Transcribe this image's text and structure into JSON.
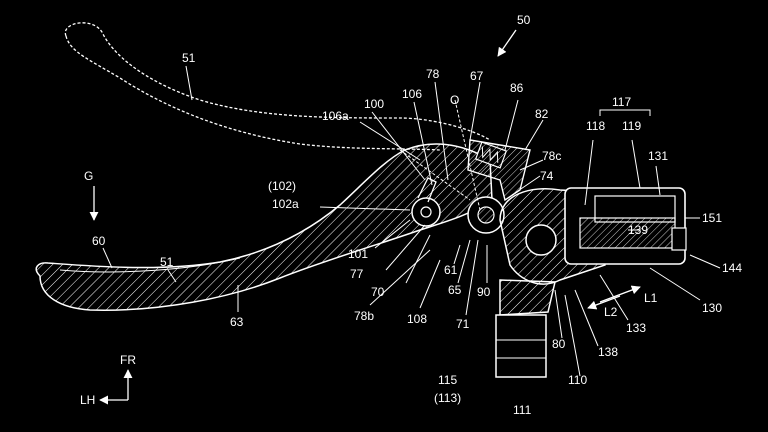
{
  "labels": [
    {
      "id": "l50",
      "text": "50"
    },
    {
      "id": "l51a",
      "text": "51"
    },
    {
      "id": "l51b",
      "text": "51"
    },
    {
      "id": "lG",
      "text": "G"
    },
    {
      "id": "l60",
      "text": "60"
    },
    {
      "id": "l63",
      "text": "63"
    },
    {
      "id": "l100",
      "text": "100"
    },
    {
      "id": "l106a",
      "text": "106a"
    },
    {
      "id": "l106",
      "text": "106"
    },
    {
      "id": "l78",
      "text": "78"
    },
    {
      "id": "lO",
      "text": "O"
    },
    {
      "id": "l67",
      "text": "67"
    },
    {
      "id": "l86",
      "text": "86"
    },
    {
      "id": "l82",
      "text": "82"
    },
    {
      "id": "l78c",
      "text": "78c"
    },
    {
      "id": "l74",
      "text": "74"
    },
    {
      "id": "l102p",
      "text": "(102)"
    },
    {
      "id": "l102a",
      "text": "102a"
    },
    {
      "id": "l101",
      "text": "101"
    },
    {
      "id": "l77",
      "text": "77"
    },
    {
      "id": "l70",
      "text": "70"
    },
    {
      "id": "l78b",
      "text": "78b"
    },
    {
      "id": "l108",
      "text": "108"
    },
    {
      "id": "l61",
      "text": "61"
    },
    {
      "id": "l65",
      "text": "65"
    },
    {
      "id": "l71",
      "text": "71"
    },
    {
      "id": "l90",
      "text": "90"
    },
    {
      "id": "l117",
      "text": "117"
    },
    {
      "id": "l118",
      "text": "118"
    },
    {
      "id": "l119",
      "text": "119"
    },
    {
      "id": "l131",
      "text": "131"
    },
    {
      "id": "l151",
      "text": "151"
    },
    {
      "id": "l139",
      "text": "139"
    },
    {
      "id": "l144",
      "text": "144"
    },
    {
      "id": "l130",
      "text": "130"
    },
    {
      "id": "lL1",
      "text": "L1"
    },
    {
      "id": "lL2",
      "text": "L2"
    },
    {
      "id": "l133",
      "text": "133"
    },
    {
      "id": "l80",
      "text": "80"
    },
    {
      "id": "l138",
      "text": "138"
    },
    {
      "id": "l110",
      "text": "110"
    },
    {
      "id": "l115",
      "text": "115"
    },
    {
      "id": "l113",
      "text": "(113)"
    },
    {
      "id": "l111",
      "text": "111"
    },
    {
      "id": "lFR",
      "text": "FR"
    },
    {
      "id": "lLH",
      "text": "LH"
    }
  ]
}
